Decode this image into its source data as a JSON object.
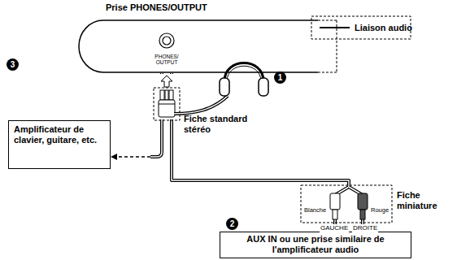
{
  "diagram": {
    "nodes": [
      {
        "text": [
          "PHONES/ OUTPUT"
        ]
      },
      {
        "text": [
          "Amplificateur de clavier, guitare, etc."
        ]
      },
      {
        "text": [
          "AUX IN ou une prise similaire de l'amplificateur audio"
        ]
      }
    ],
    "edges": [
      {
        "from": 0,
        "to": 1,
        "arrow": "to"
      },
      {
        "from": 0,
        "to": 2,
        "arrow": "none"
      }
    ],
    "labels": [
      "Prise PHONES/OUTPUT",
      "1",
      "Fiche standard stéréo",
      "3",
      "Blanche",
      "Rouge",
      "Fiche miniature",
      "GAUCHE",
      "DROITE",
      "2"
    ],
    "legend": [
      {
        "text": "Liaison audio"
      }
    ]
  }
}
